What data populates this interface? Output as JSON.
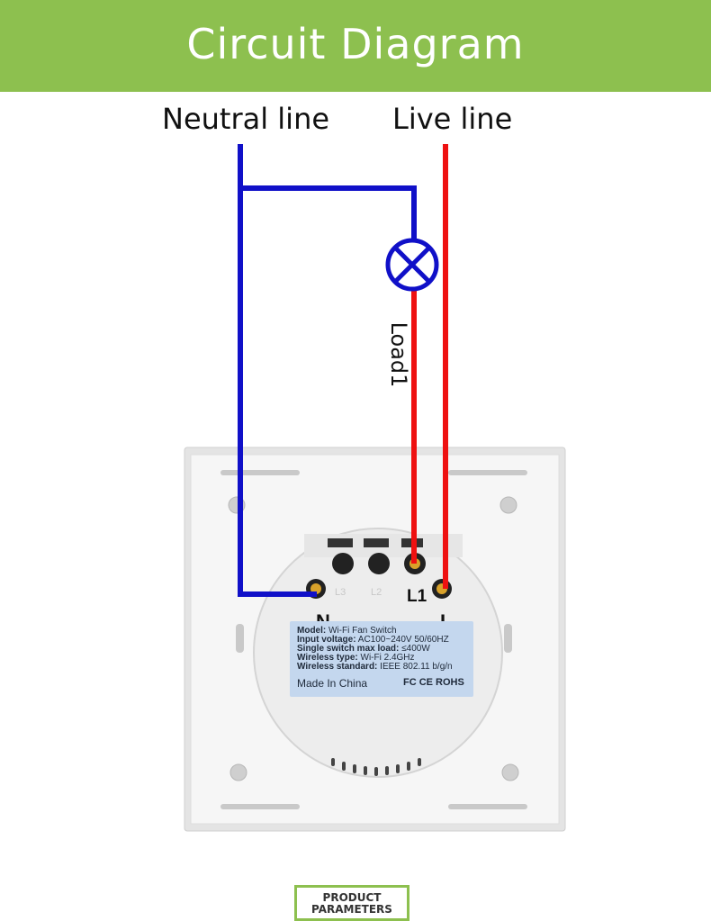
{
  "header": {
    "title": "Circuit Diagram",
    "background": "#8dc04f"
  },
  "wires": {
    "neutral_label": "Neutral line",
    "live_label": "Live line",
    "neutral_color": "#1010c8",
    "live_color": "#ee1111"
  },
  "load": {
    "label": "Load1",
    "icon": "lamp-icon"
  },
  "terminals": {
    "l1": "L1",
    "n": "N",
    "l": "L",
    "faint_l3": "L3",
    "faint_l2": "L2"
  },
  "spec_label": {
    "model_key": "Model:",
    "model_val": "Wi-Fi Fan Switch",
    "voltage_key": "Input voltage:",
    "voltage_val": "AC100~240V  50/60HZ",
    "load_key": "Single switch max load:",
    "load_val": "≤400W",
    "wireless_type_key": "Wireless type:",
    "wireless_type_val": "Wi-Fi 2.4GHz",
    "wireless_std_key": "Wireless standard:",
    "wireless_std_val": "IEEE 802.11 b/g/n",
    "made_in": "Made In China",
    "certs": "FC CE ROHS"
  },
  "footer": {
    "line1": "PRODUCT",
    "line2": "PARAMETERS"
  }
}
